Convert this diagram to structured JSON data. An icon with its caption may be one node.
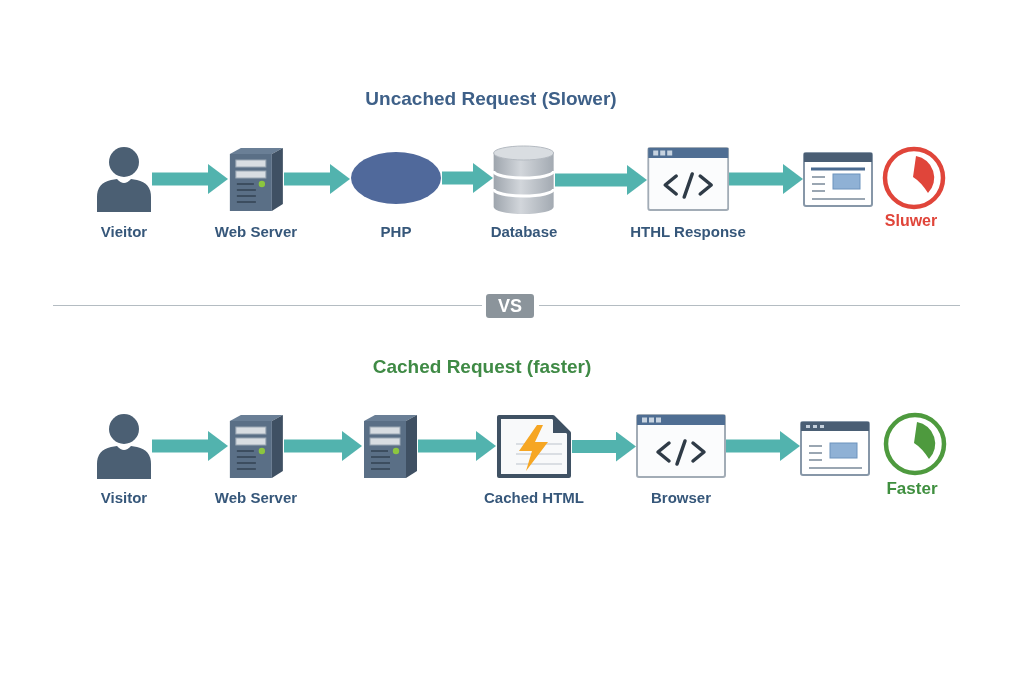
{
  "diagram": {
    "nodes": [
      {
        "text": [
          "Vieitor"
        ]
      },
      {
        "text": [
          "Web Server"
        ]
      },
      {
        "text": [
          "PHP"
        ]
      },
      {
        "text": [
          "Database"
        ]
      },
      {
        "text": [
          "HTHL Response"
        ]
      },
      {
        "text": [],
        "shape": "picture"
      },
      {
        "text": [
          "VS"
        ]
      },
      {
        "text": [
          "Visitor"
        ]
      },
      {
        "text": [
          "Web Server"
        ]
      },
      {
        "text": [],
        "shape": "picture"
      },
      {
        "text": [
          "Cached HTML"
        ]
      },
      {
        "text": [
          "Browser"
        ]
      },
      {
        "text": [],
        "shape": "picture"
      }
    ],
    "edges": [
      {
        "from": 0,
        "to": 1,
        "arrow": "to"
      },
      {
        "from": 1,
        "to": 2,
        "arrow": "to"
      },
      {
        "from": 2,
        "to": 3,
        "arrow": "to"
      },
      {
        "from": 3,
        "to": 4,
        "arrow": "to"
      },
      {
        "from": 4,
        "to": 5,
        "arrow": "to"
      },
      {
        "from": 7,
        "to": 8,
        "arrow": "to"
      },
      {
        "from": 8,
        "to": 9,
        "arrow": "to"
      },
      {
        "from": 9,
        "to": 10,
        "arrow": "to"
      },
      {
        "from": 10,
        "to": 11,
        "arrow": "to"
      },
      {
        "from": 11,
        "to": 12,
        "arrow": "to"
      }
    ],
    "labels": [
      "Uncached Request (Slower)",
      "Sluwer",
      "Cached Request (faster)",
      "Faster"
    ]
  }
}
